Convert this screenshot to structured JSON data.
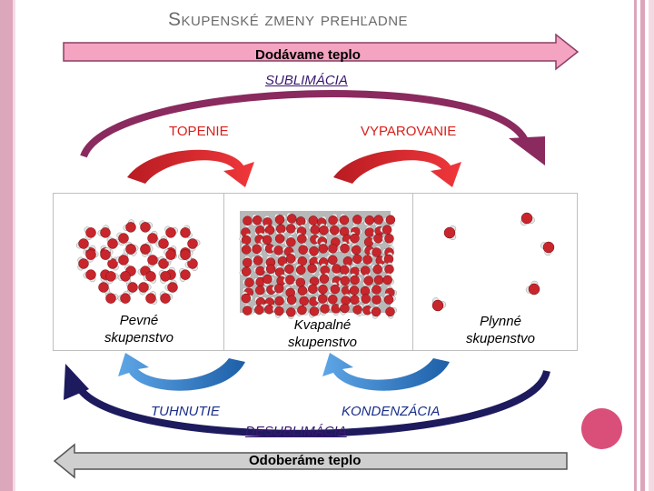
{
  "title": "Skupenské zmeny prehľadne",
  "top_arrow_label": "Dodávame teplo",
  "bottom_arrow_label": "Odoberáme teplo",
  "sublimation_label": "SUBLIMÁCIA",
  "desublimation_label": "DESUBLIMÁCIA",
  "melting_label": "TOPENIE",
  "vaporization_label": "VYPAROVANIE",
  "freezing_label": "TUHNUTIE",
  "condensation_label": "KONDENZÁCIA",
  "states": [
    {
      "name_line1": "Pevné",
      "name_line2": "skupenstvo"
    },
    {
      "name_line1": "Kvapalné",
      "name_line2": "skupenstvo"
    },
    {
      "name_line1": "Plynné",
      "name_line2": "skupenstvo"
    }
  ],
  "colors": {
    "top_arrow": "#f4a3c0",
    "bottom_arrow": "#8c8c8c",
    "heating_arrows": "#e0242a",
    "cooling_arrows": "#2e78c4",
    "sublimation_arc": "#8a2a5e",
    "desublimation_arc": "#1d1a5e",
    "molecule_oxygen": "#c8262c",
    "molecule_hydrogen": "#e8e8e8"
  }
}
